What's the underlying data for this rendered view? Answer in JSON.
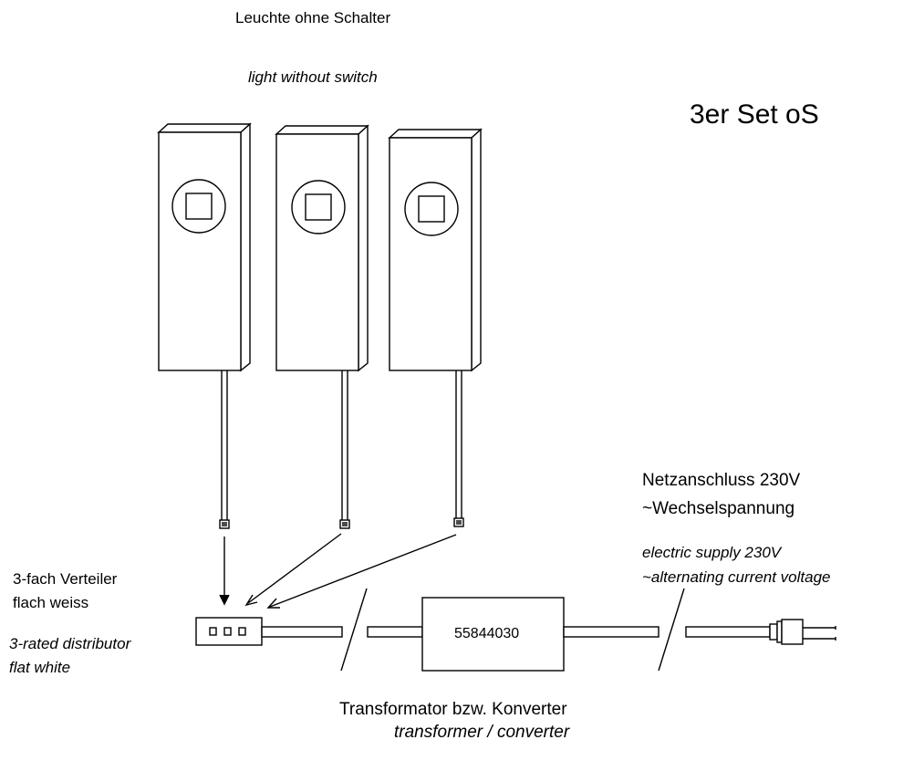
{
  "labels": {
    "light_de": "Leuchte ohne Schalter",
    "light_en": "light without switch",
    "set_title": "3er Set oS",
    "mains_de_line1": "Netzanschluss 230V",
    "mains_de_line2": "~Wechselspannung",
    "mains_en_line1": "electric supply 230V",
    "mains_en_line2": "~alternating current voltage",
    "distributor_de_line1": "3-fach Verteiler",
    "distributor_de_line2": "flach weiss",
    "distributor_en_line1": "3-rated distributor",
    "distributor_en_line2": "flat white",
    "transformer_code": "55844030",
    "transformer_de": "Transformator bzw. Konverter",
    "transformer_en": "transformer / converter"
  },
  "lights": [
    {
      "name": "light-1"
    },
    {
      "name": "light-2"
    },
    {
      "name": "light-3"
    }
  ],
  "colors": {
    "line": "#000000",
    "background": "#ffffff"
  }
}
